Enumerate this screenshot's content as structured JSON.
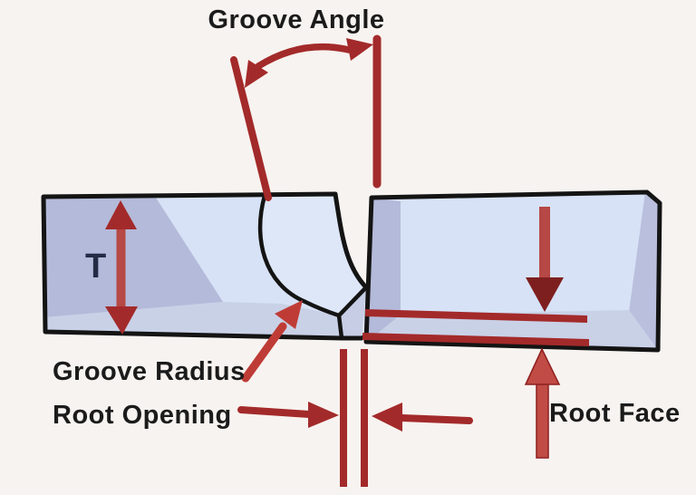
{
  "diagram": {
    "type": "weld-groove-terminology",
    "labels": {
      "groove_angle": "Groove Angle",
      "thickness": "T",
      "groove_radius": "Groove Radius",
      "root_opening": "Root Opening",
      "root_face": "Root Face"
    },
    "colors": {
      "background": "#f7f3f0",
      "outline_black": "#141414",
      "annotation_red": "#a32a2a",
      "annotation_red_bright": "#bf3c36",
      "arrow_head_dark": "#7e1f1f",
      "arrow_shaft_light": "#b64845",
      "up_arrow_red": "#c14b45",
      "block_face_periwinkle": "#b4bad9",
      "block_face_light_blue": "#d7e2f6",
      "block_floor": "#c9d1e7",
      "groove_surface": "#dde7f8",
      "label_text": "#1b1b1b",
      "thickness_text": "#232c45"
    }
  }
}
